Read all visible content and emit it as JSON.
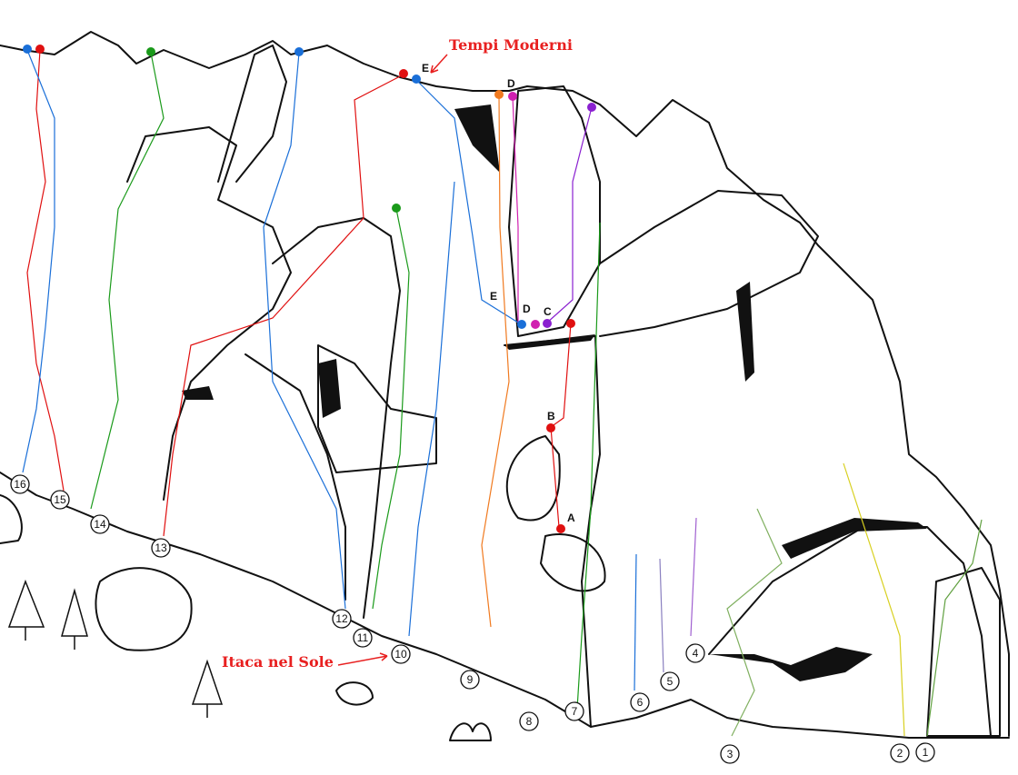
{
  "annotations": {
    "route_top": "Tempi Moderni",
    "route_bottom": "Itaca nel Sole"
  },
  "route_numbers": [
    "1",
    "2",
    "3",
    "4",
    "5",
    "6",
    "7",
    "8",
    "9",
    "10",
    "11",
    "12",
    "13",
    "14",
    "15",
    "16"
  ],
  "station_labels": {
    "a": "A",
    "b": "B",
    "c": "C",
    "d_mid": "D",
    "e_mid": "E",
    "d_top": "D",
    "e_top": "E"
  },
  "colors": {
    "red": "#e01010",
    "blue": "#1a6fd8",
    "green": "#1a9a1a",
    "orange": "#f07a20",
    "magenta": "#d020b0",
    "purple": "#8a20d0",
    "annotation": "#e82020"
  }
}
